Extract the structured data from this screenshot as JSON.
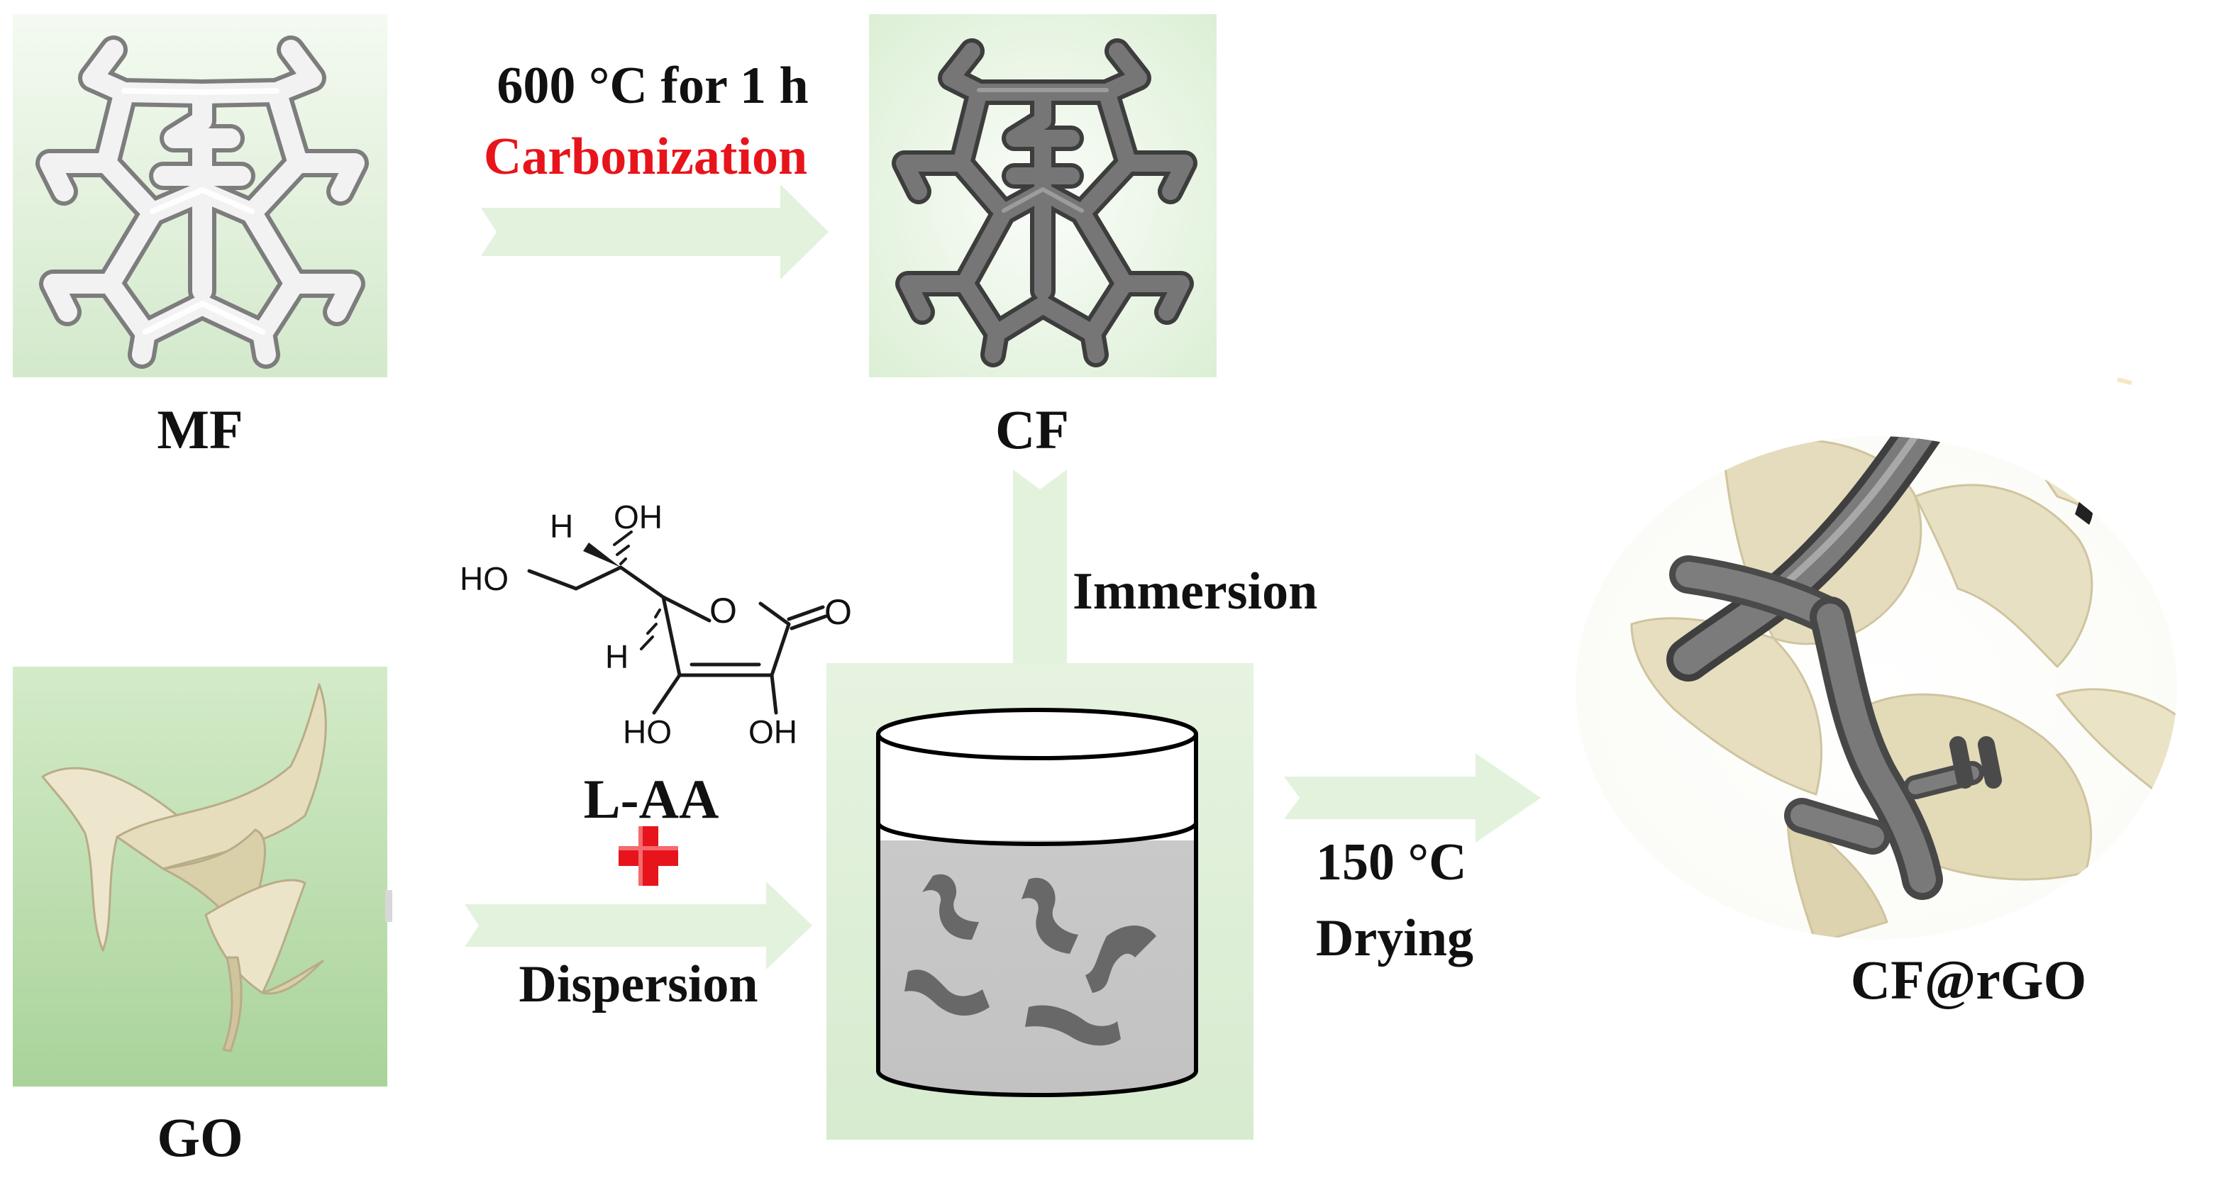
{
  "labels": {
    "mf": "MF",
    "cf": "CF",
    "go": "GO",
    "laa": "L-AA",
    "product": "CF@rGO"
  },
  "steps": {
    "carbonization_condition": "600 °C for 1 h",
    "carbonization": "Carbonization",
    "immersion": "Immersion",
    "dispersion": "Dispersion",
    "drying_temp": "150 °C",
    "drying": "Drying"
  },
  "molecule": {
    "atoms": {
      "h_top": "H",
      "oh_top": "OH",
      "ho_left": "HO",
      "o_ring": "O",
      "o_carbonyl": "O",
      "h_bottom": "H",
      "ho_bottom": "HO",
      "oh_bottom": "OH"
    }
  },
  "colors": {
    "panel_green": "#d7ebcf",
    "arrow_green": "#e3f2dc",
    "accent_red": "#e8141b",
    "mf_strut": "#eeeeee",
    "cf_strut": "#6c6c6c",
    "go_sheet": "#e9e1c4",
    "liquid": "#c7c7c7",
    "flake": "#686868"
  }
}
